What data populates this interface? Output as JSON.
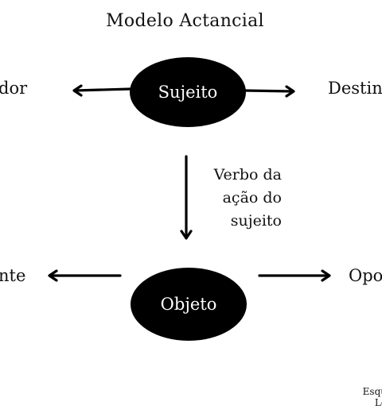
{
  "diagram": {
    "title": "Modelo Actancial",
    "left_top_label": "dor",
    "right_top_label": "Destin",
    "left_bottom_label": "nte",
    "right_bottom_label": "Opo",
    "subject_node": "Sujeito",
    "object_node": "Objeto",
    "verb_lines": [
      "Verbo da",
      "ação do",
      "sujeito"
    ],
    "footnote_lines": [
      "Esqu",
      "Le"
    ]
  }
}
